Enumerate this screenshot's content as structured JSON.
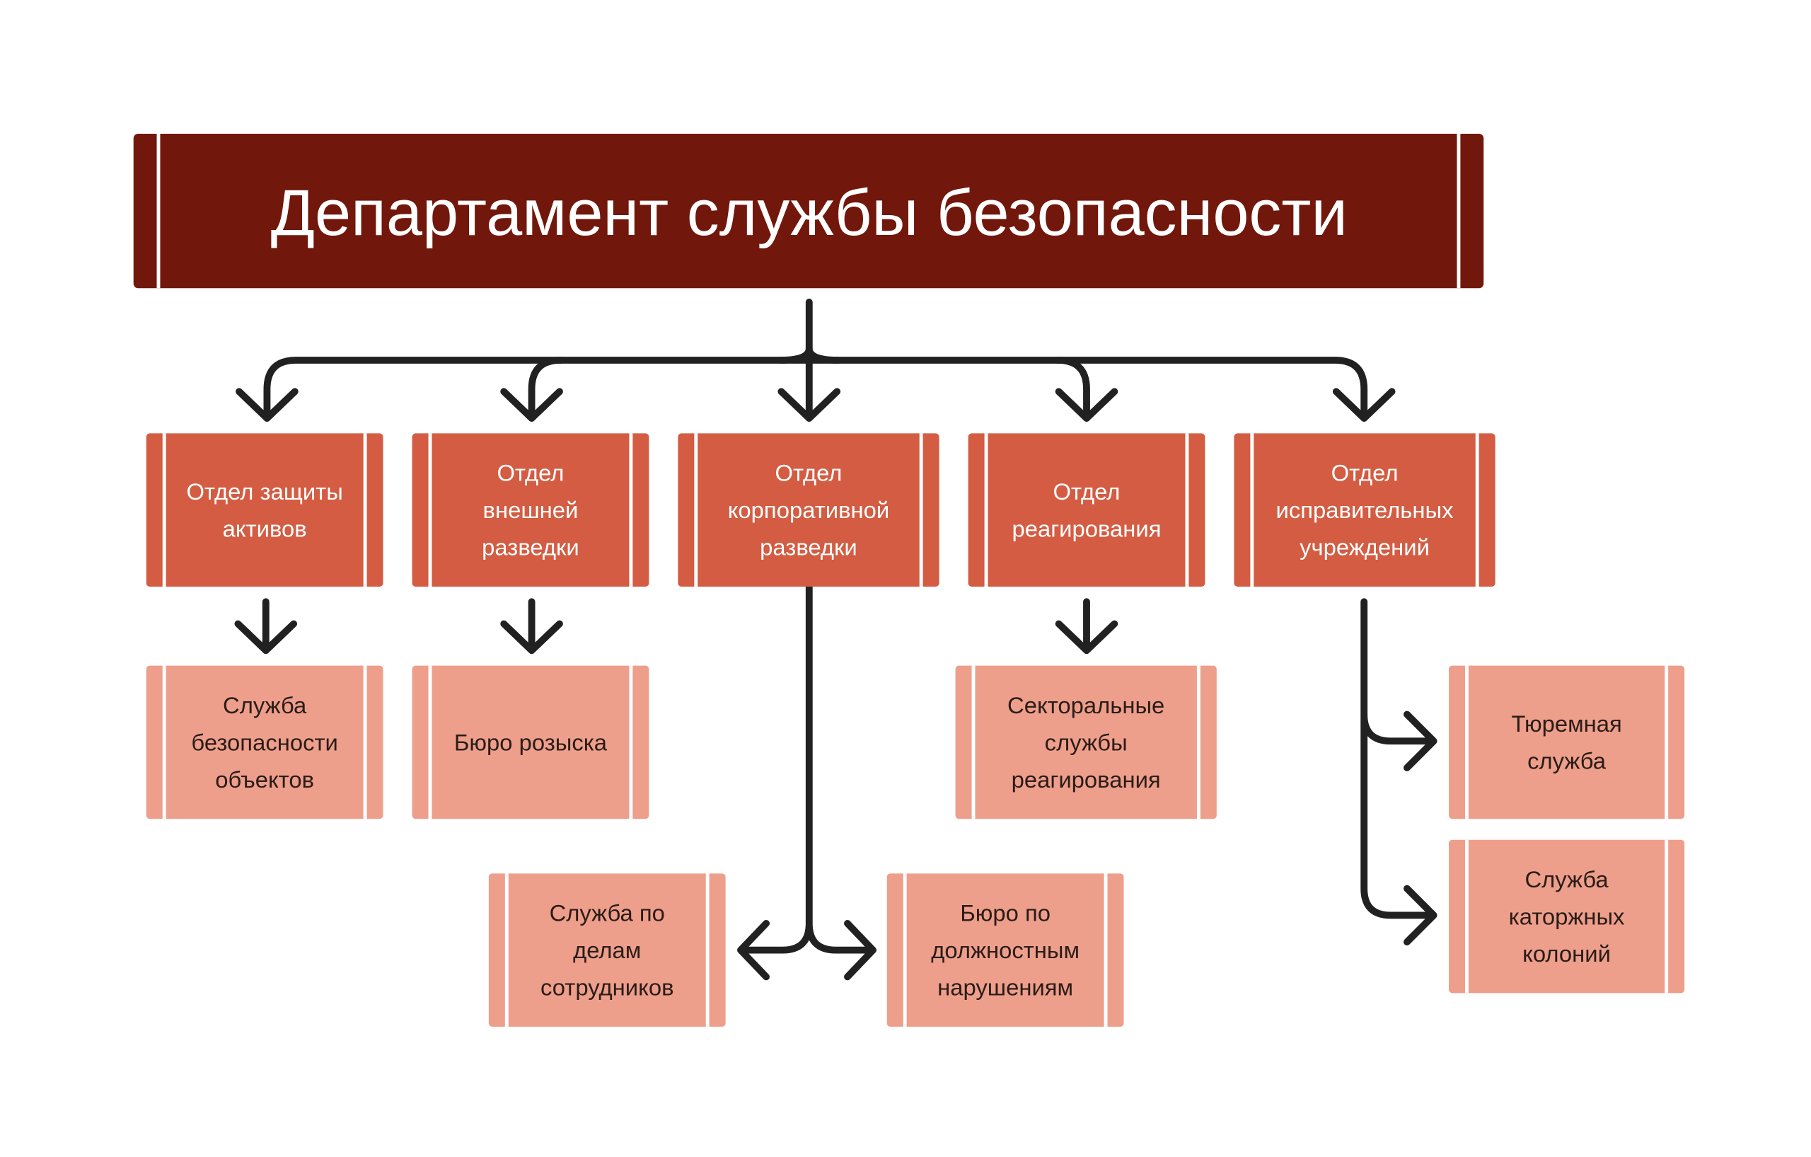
{
  "title": "Департамент службы безопасности",
  "colors": {
    "title_bg": "#72170b",
    "dept_bg": "#d35c42",
    "service_bg": "#ed9f8c",
    "line": "#212121",
    "text_dark": "#2b1c17",
    "text_light": "#ffffff"
  },
  "departments": [
    {
      "lines": [
        "Отдел защиты",
        "активов"
      ]
    },
    {
      "lines": [
        "Отдел",
        "внешней",
        "разведки"
      ]
    },
    {
      "lines": [
        "Отдел",
        "корпоративной",
        "разведки"
      ]
    },
    {
      "lines": [
        "Отдел",
        "реагирования"
      ]
    },
    {
      "lines": [
        "Отдел",
        "исправительных",
        "учреждений"
      ]
    }
  ],
  "services": [
    {
      "lines": [
        "Служба",
        "безопасности",
        "объектов"
      ]
    },
    {
      "lines": [
        "Бюро розыска"
      ]
    },
    {
      "lines": [
        "Секторальные",
        "службы",
        "реагирования"
      ]
    },
    {
      "lines": [
        "Тюремная",
        "служба"
      ]
    },
    {
      "lines": [
        "Служба по",
        "делам",
        "сотрудников"
      ]
    },
    {
      "lines": [
        "Бюро по",
        "должностным",
        "нарушениям"
      ]
    },
    {
      "lines": [
        "Служба",
        "каторжных",
        "колоний"
      ]
    }
  ]
}
